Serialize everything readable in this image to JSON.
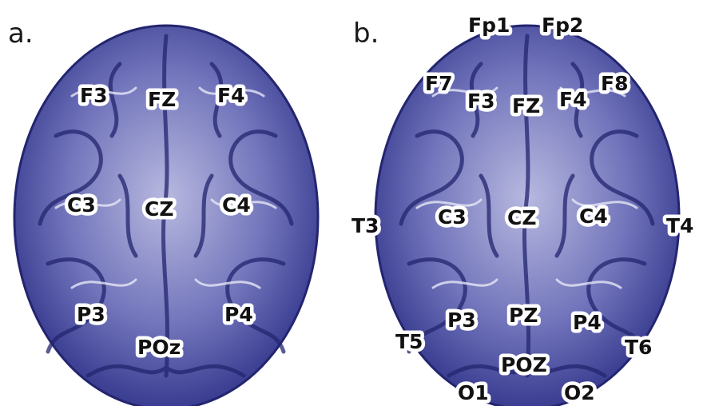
{
  "figure": {
    "panel_a_label": "a.",
    "panel_b_label": "b."
  },
  "colors": {
    "brain_dark": "#2c2f86",
    "brain_mid": "#6d70b8",
    "brain_light": "#c9cae8",
    "sulcus": "#1e206e"
  },
  "panel_a": {
    "electrodes": {
      "f3": "F3",
      "fz": "FZ",
      "f4": "F4",
      "c3": "C3",
      "cz": "CZ",
      "c4": "C4",
      "p3": "P3",
      "p4": "P4",
      "poz": "POz"
    }
  },
  "panel_b": {
    "electrodes": {
      "fp1": "Fp1",
      "fp2": "Fp2",
      "f7": "F7",
      "f8": "F8",
      "f3": "F3",
      "fz": "FZ",
      "f4": "F4",
      "t3": "T3",
      "c3": "C3",
      "cz": "CZ",
      "c4": "C4",
      "t4": "T4",
      "t5": "T5",
      "p3": "P3",
      "pz": "PZ",
      "p4": "P4",
      "t6": "T6",
      "poz": "POZ",
      "o1": "O1",
      "o2": "O2"
    }
  }
}
